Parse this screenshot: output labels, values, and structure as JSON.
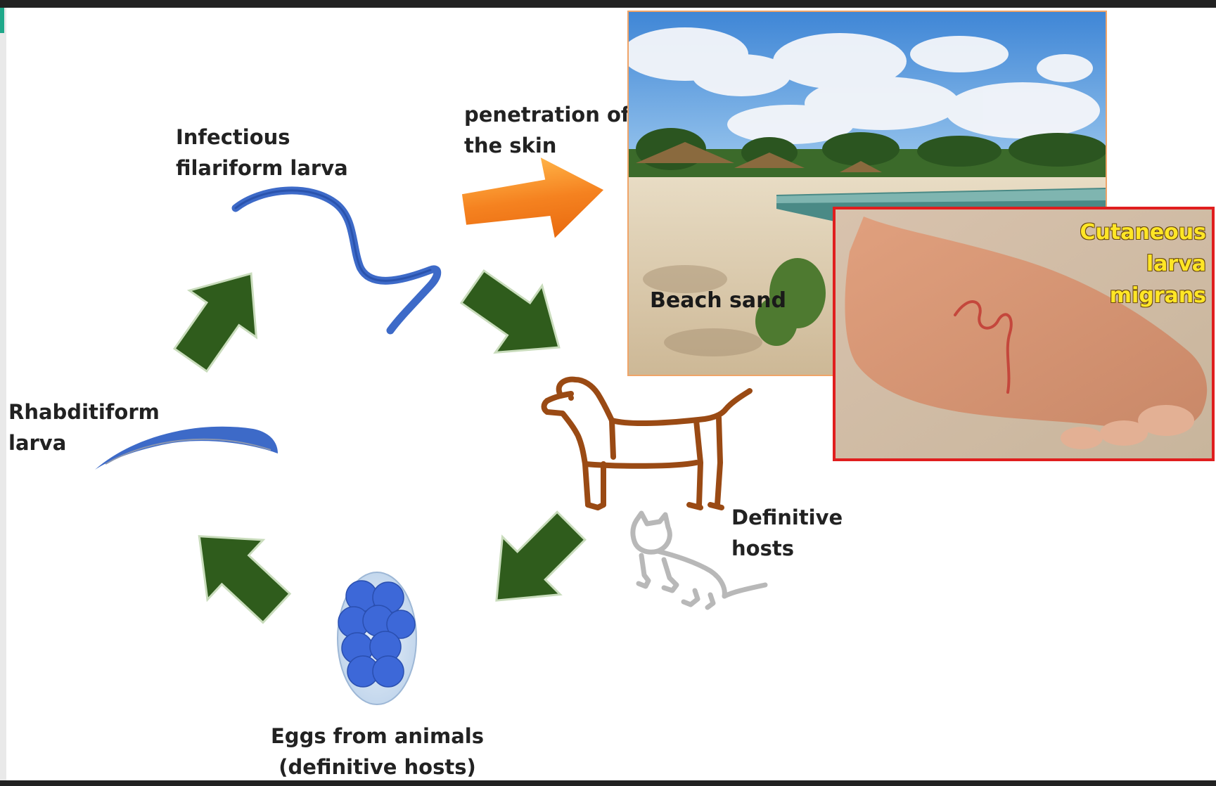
{
  "labels": {
    "infectious": "Infectious\nfilariform larva",
    "penetration": "penetration of\nthe skin",
    "beach": "Beach\nsand",
    "cutaneous": "Cutaneous\nlarva\nmigrans",
    "rhabditiform": "Rhabditiform\nlarva",
    "definitive": "Definitive\nhosts",
    "eggs": "Eggs from animals\n(definitive hosts)"
  },
  "colors": {
    "cycle_arrow": "#2f5c1c",
    "skin_arrow": "#f58220",
    "larva": "#3d6ac8",
    "egg_cell": "#3d68d8",
    "egg_shell": "#cfe0f2",
    "dog": "#9a4a14",
    "cat": "#b8b8b8",
    "foot_border": "#e01e1e",
    "beach_border": "#f0a468",
    "cutaneous_text": "#ffe626"
  },
  "icons": [
    "dog-icon",
    "cat-icon",
    "egg-icon",
    "filariform-larva-icon",
    "rhabditiform-larva-icon"
  ]
}
